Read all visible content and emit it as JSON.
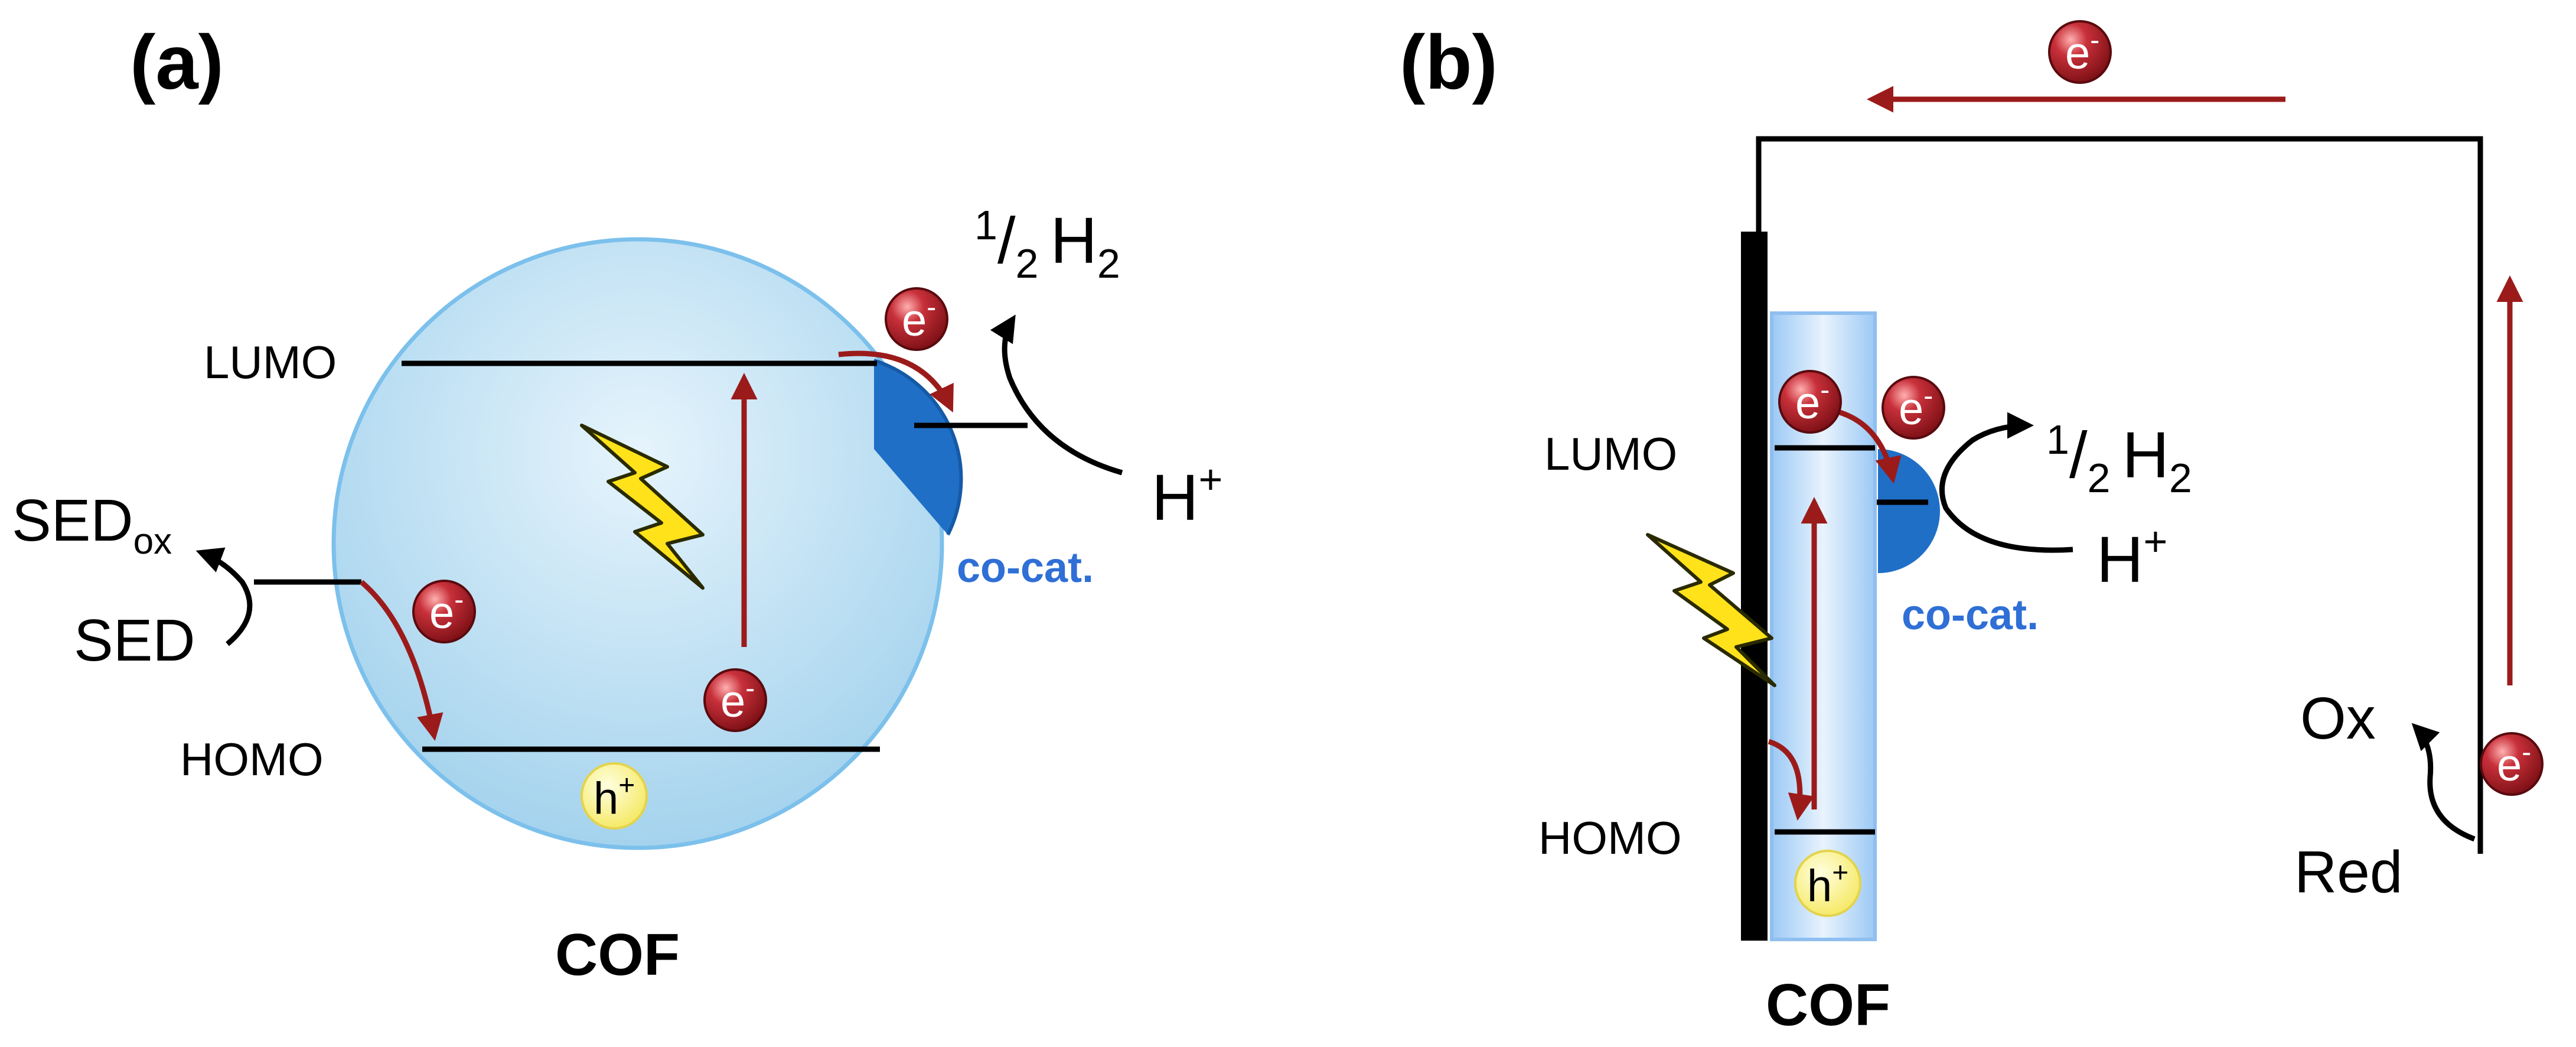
{
  "panel_a": {
    "label": "(a)",
    "lumo": "LUMO",
    "homo": "HOMO",
    "sed_ox": "SED",
    "sed_ox_sub": "ox",
    "sed": "SED",
    "cocat": "co-cat.",
    "h2_sup": "1",
    "h2_slash": "/",
    "h2_sub": "2",
    "h2_main": "H",
    "h2_sub2": "2",
    "hplus": "H",
    "hplus_sup": "+",
    "cof": "COF"
  },
  "panel_b": {
    "label": "(b)",
    "lumo": "LUMO",
    "homo": "HOMO",
    "cocat": "co-cat.",
    "h2_sup": "1",
    "h2_slash": "/",
    "h2_sub": "2",
    "h2_main": "H",
    "h2_sub2": "2",
    "hplus": "H",
    "hplus_sup": "+",
    "ox": "Ox",
    "red": "Red",
    "cof": "COF"
  },
  "particles": {
    "electron": "e",
    "electron_sup": "-",
    "hole": "h",
    "hole_sup": "+"
  },
  "colors": {
    "arrow_red": "#9b1b1b",
    "electron_fill": "#b3232a",
    "hole_fill": "#fff59a",
    "cof_fill": "#bfe0f3",
    "cocat_fill": "#1f6fc7",
    "bolt_fill": "#ffe21a"
  }
}
